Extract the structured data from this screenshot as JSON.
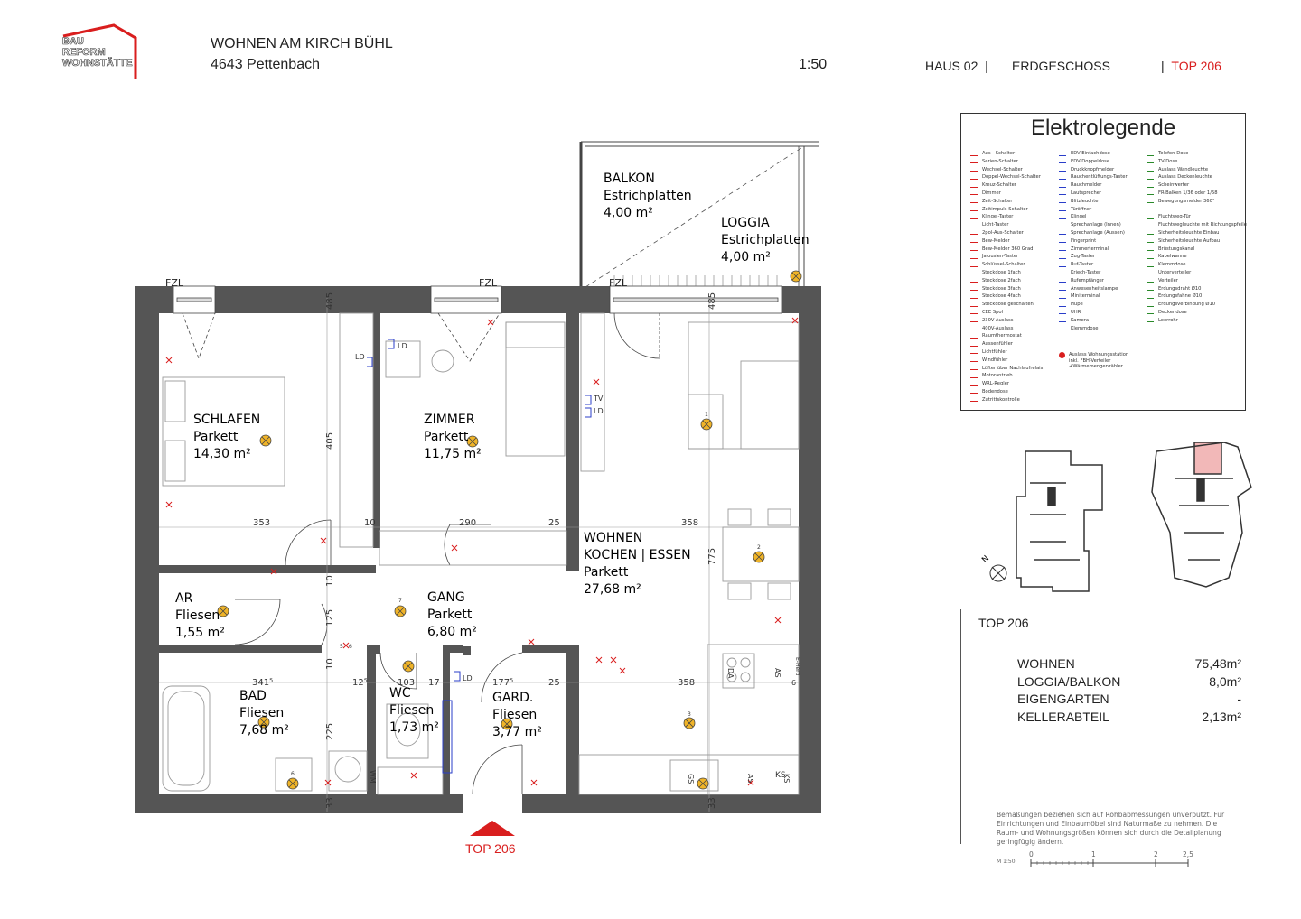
{
  "header": {
    "logo_lines": [
      "BAU",
      "REFORM",
      "WOHNSTÄTTE"
    ],
    "project_title": "WOHNEN AM KIRCH BÜHL",
    "project_address": "4643 Pettenbach",
    "scale": "1:50",
    "building": "HAUS 02",
    "floor": "ERDGESCHOSS",
    "unit": "TOP 206"
  },
  "rooms": [
    {
      "name": "BALKON",
      "material": "Estrichplatten",
      "area": "4,00 m²"
    },
    {
      "name": "LOGGIA",
      "material": "Estrichplatten",
      "area": "4,00 m²"
    },
    {
      "name": "SCHLAFEN",
      "material": "Parkett",
      "area": "14,30 m²"
    },
    {
      "name": "ZIMMER",
      "material": "Parkett",
      "area": "11,75 m²"
    },
    {
      "name": "WOHNEN",
      "name2": "KOCHEN | ESSEN",
      "material": "Parkett",
      "area": "27,68 m²"
    },
    {
      "name": "AR",
      "material": "Fliesen",
      "area": "1,55 m²"
    },
    {
      "name": "GANG",
      "material": "Parkett",
      "area": "6,80 m²"
    },
    {
      "name": "BAD",
      "material": "Fliesen",
      "area": "7,68 m²"
    },
    {
      "name": "WC",
      "material": "Fliesen",
      "area": "1,73 m²"
    },
    {
      "name": "GARD.",
      "material": "Fliesen",
      "area": "3,77 m²"
    }
  ],
  "plan_labels": {
    "window_marks": [
      "FZL",
      "FZL",
      "FZL"
    ],
    "dims": [
      "353",
      "10",
      "290",
      "25",
      "358",
      "405",
      "775",
      "10",
      "125",
      "10",
      "341⁵",
      "12⁵",
      "103",
      "17",
      "177⁵",
      "25",
      "358",
      "225",
      "33",
      "33",
      "485",
      "485"
    ],
    "small_marks": [
      "LD",
      "LD",
      "TV",
      "LD",
      "LD",
      "1",
      "2",
      "3",
      "6",
      "7",
      "5",
      "6",
      "DA",
      "AS",
      "AS",
      "GS",
      "KS",
      "KS",
      "WM",
      "E-Herd",
      "6"
    ],
    "entrance": "TOP 206"
  },
  "legend": {
    "title": "Elektrolegende",
    "col1": [
      "Aus - Schalter",
      "Serien-Schalter",
      "Wechsel-Schalter",
      "Doppel-Wechsel-Schalter",
      "Kreuz-Schalter",
      "Dimmer",
      "Zeit-Schalter",
      "Zeitimpuls-Schalter",
      "Klingel-Taster",
      "Licht-Taster",
      "2pol-Aus-Schalter",
      "Bew-Melder",
      "Bew-Melder 360 Grad",
      "Jalousien-Taster",
      "Schlüssel-Schalter",
      "Steckdose 1fach",
      "Steckdose 2fach",
      "Steckdose 3fach",
      "Steckdose 4fach",
      "Steckdose geschalten",
      "CEE Spol",
      "230V-Auslass",
      "400V-Auslass",
      "Raumthermostat",
      "Aussenfühler",
      "Lichtfühler",
      "Windfühler",
      "Lüfter über Nachlaufrelais",
      "Motorantrieb",
      "WRL-Regler",
      "Bodendose",
      "Zutrittskontrolle"
    ],
    "col2": [
      "EDV-Einfachdose",
      "EDV-Doppeldose",
      "Druckknopfmelder",
      "Rauchentlüftungs-Taster",
      "Rauchmelder",
      "Lautsprecher",
      "Blitzleuchte",
      "Türöffner",
      "Klingel",
      "Sprechanlage (Innen)",
      "Sprechanlage (Aussen)",
      "Fingerprint",
      "Zimmerterminal",
      "Zug-Taster",
      "Ruf-Taster",
      "Kriech-Taster",
      "Rufempfänger",
      "Anwesenheitslampe",
      "Miniterminal",
      "Hupe",
      "UHR",
      "Kamera",
      "Klemmdose"
    ],
    "col2_extra": "Auslass Wohnungsstation inkl. FBH-Verteiler +Wärmemengenzähler",
    "col3": [
      "Telefon-Dose",
      "TV-Dose",
      "Auslass Wandleuchte",
      "Auslass Deckenleuchte",
      "Scheinwerfer",
      "FR-Balken 1/36 oder 1/58",
      "Bewegungsmelder 360°",
      "",
      "Fluchtweg-Tür",
      "Fluchtwegleuchte mit Richtungspfeile",
      "Sicherheitsleuchte Einbau",
      "Sicherheitsleuchte Aufbau",
      "Brüstungskanal",
      "Kabelwanne",
      "Klemmdose",
      "Unterverteiler",
      "Verteiler",
      "Erdungsdraht Ø10",
      "Erdungsfahne Ø10",
      "Erdungsverbindung Ø10",
      "Deckendose",
      "Leerrohr"
    ]
  },
  "summary": {
    "unit": "TOP 206",
    "rows": [
      {
        "label": "WOHNEN",
        "value": "75,48m²"
      },
      {
        "label": "LOGGIA/BALKON",
        "value": "8,0m²"
      },
      {
        "label": "EIGENGARTEN",
        "value": "-"
      },
      {
        "label": "KELLERABTEIL",
        "value": "2,13m²"
      }
    ],
    "note": "Bemaßungen beziehen sich auf Rohbabmessungen unverputzt. Für Einrichtungen und Einbaumöbel sind Naturmaße zu nehmen. Die Raum- und Wohnungsgrößen können sich durch die Detailplanung geringfügig ändern.",
    "scalebar_label": "M 1:50",
    "scalebar_ticks": [
      "0",
      "1",
      "2",
      "2,5"
    ]
  },
  "colors": {
    "accent": "#d91e1e",
    "wall": "#555555",
    "lamp": "#f0b428",
    "keyplan_highlight": "#f2b8b8"
  }
}
